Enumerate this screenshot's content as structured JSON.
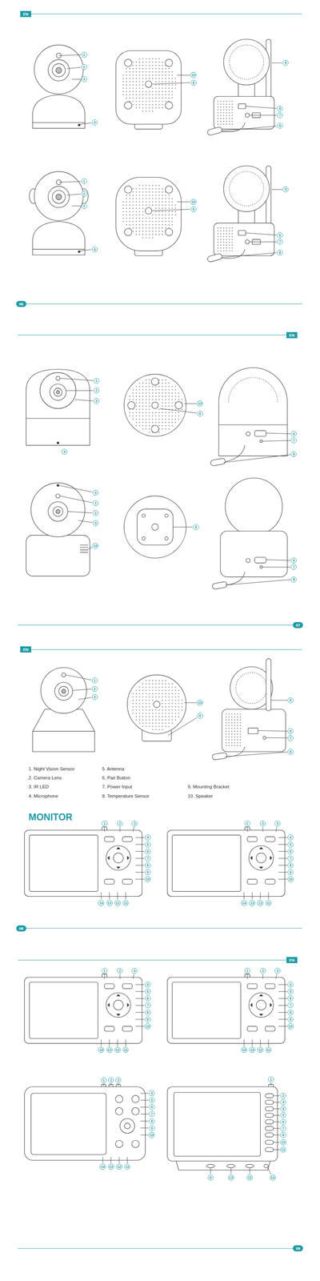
{
  "diagram": {
    "labels": [
      "EN",
      "1",
      "2",
      "3",
      "4",
      "10",
      "9",
      "5",
      "6",
      "7",
      "8",
      "1",
      "2",
      "3",
      "4",
      "10",
      "9",
      "5",
      "6",
      "7",
      "8",
      "06",
      "EN",
      "1",
      "2",
      "3",
      "4",
      "10",
      "9",
      "6",
      "7",
      "8",
      "4",
      "1",
      "2",
      "3",
      "10",
      "9",
      "6",
      "7",
      "8",
      "07",
      "EN",
      "1",
      "2",
      "3",
      "10",
      "9",
      "5",
      "6",
      "7",
      "8",
      "1. Night Vision Sensor",
      "2. Camera Lens",
      "3. IR LED",
      "4. Microphone",
      "5. Antenna",
      "6. Pair Button",
      "7. Power Input",
      "8. Temperature Sensor",
      "9. Mounting Bracket",
      "10. Speaker",
      "MONITOR",
      "1",
      "2",
      "3",
      "4",
      "5",
      "6",
      "7",
      "8",
      "9",
      "10",
      "14",
      "13",
      "12",
      "11",
      "1",
      "2",
      "3",
      "4",
      "5",
      "6",
      "7",
      "8",
      "9",
      "10",
      "14",
      "13",
      "12",
      "11",
      "08",
      "EN",
      "1",
      "2",
      "3",
      "4",
      "5",
      "6",
      "7",
      "8",
      "9",
      "10",
      "14",
      "13",
      "12",
      "11",
      "1",
      "2",
      "3",
      "4",
      "5",
      "6",
      "7",
      "8",
      "9",
      "10",
      "14",
      "13",
      "12",
      "11",
      "1",
      "2",
      "3",
      "4",
      "5",
      "6",
      "7",
      "8",
      "9",
      "10",
      "14",
      "13",
      "12",
      "11",
      "1",
      "2",
      "3",
      "4",
      "5",
      "6",
      "7",
      "8",
      "10",
      "11",
      "9",
      "13",
      "12",
      "14",
      "09"
    ]
  }
}
